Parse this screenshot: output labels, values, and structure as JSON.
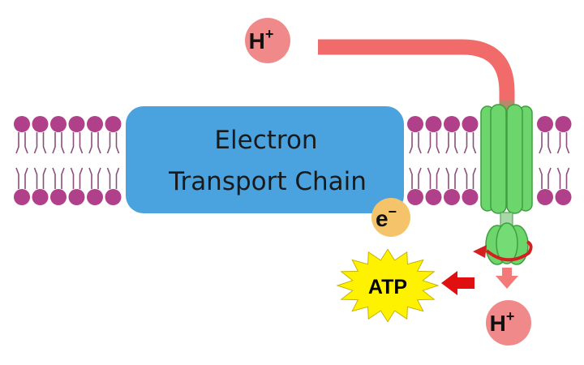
{
  "labels": {
    "etc_line1": "Electron",
    "etc_line2": "Transport Chain",
    "proton_top_symbol": "H",
    "proton_top_charge": "+",
    "proton_bottom_symbol": "H",
    "proton_bottom_charge": "+",
    "electron_symbol": "e",
    "electron_charge": "−",
    "atp": "ATP"
  },
  "colors": {
    "membrane_head": "#b0408a",
    "membrane_tail": "#8a4f7a",
    "etc_fill": "#4aa3df",
    "proton_fill": "#f08a8a",
    "proton_path": "#f26b6b",
    "synthase_fill": "#6cd66c",
    "synthase_stroke": "#3e9e3e",
    "rotation_arrow": "#d42020",
    "electron_fill": "#f5c46a",
    "atp_burst": "#fff200",
    "direction_arrow": "#e01010"
  },
  "icons": {
    "phospholipid": "phospholipid-icon",
    "atp_burst": "starburst-icon",
    "rotation": "rotation-arrow-icon",
    "direction": "left-arrow-icon"
  }
}
